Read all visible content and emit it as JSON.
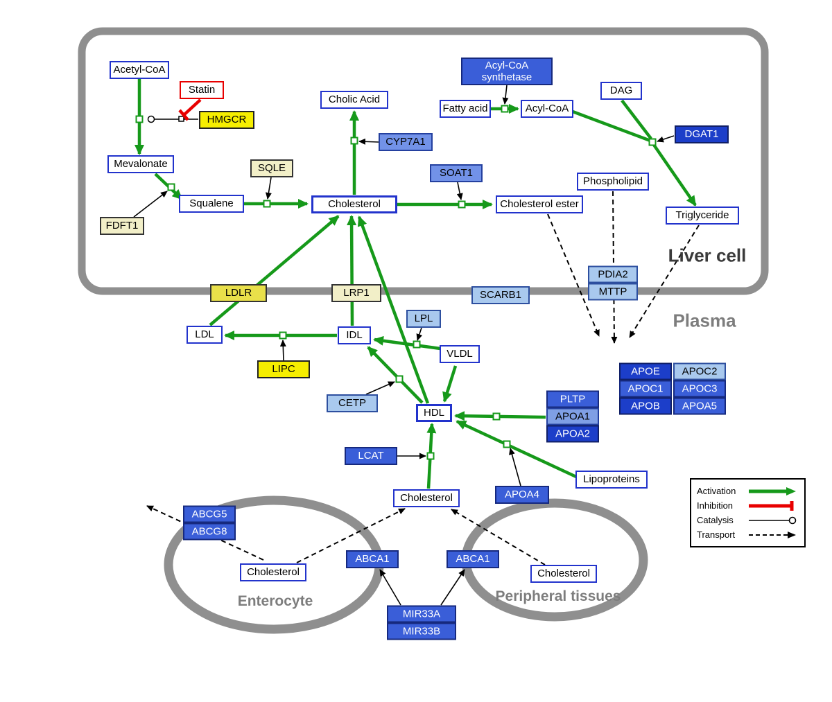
{
  "palette": {
    "activation_green": "#16991a",
    "inhibition_red": "#e80000",
    "membrane_gray": "#8f8f8f",
    "metabolite_border_blue": "#2233cc",
    "enzyme_yellow": "#f6ee00",
    "enzyme_pale_yellow": "#f2efc8",
    "gene_blue": "#3a5ed8",
    "gene_dark_blue": "#1c3ec9",
    "gene_mid_blue": "#7292e8",
    "gene_light_blue": "#a9c9ee"
  },
  "compartments": {
    "liver": {
      "label": "Liver cell"
    },
    "plasma": {
      "label": "Plasma"
    },
    "enterocyte": {
      "label": "Enterocyte"
    },
    "peripheral": {
      "label": "Peripheral tissues"
    }
  },
  "nodes": {
    "acetyl_coa": {
      "label": "Acetyl-CoA"
    },
    "statin": {
      "label": "Statin"
    },
    "hmgcr": {
      "label": "HMGCR"
    },
    "mevalonate": {
      "label": "Mevalonate"
    },
    "fdft1": {
      "label": "FDFT1"
    },
    "squalene": {
      "label": "Squalene"
    },
    "sqle": {
      "label": "SQLE"
    },
    "cholesterol_liver": {
      "label": "Cholesterol"
    },
    "cholic_acid": {
      "label": "Cholic Acid"
    },
    "cyp7a1": {
      "label": "CYP7A1"
    },
    "soat1": {
      "label": "SOAT1"
    },
    "cholesterol_ester": {
      "label": "Cholesterol ester"
    },
    "fatty_acid": {
      "label": "Fatty acid"
    },
    "acyl_coa": {
      "label": "Acyl-CoA"
    },
    "acyl_coa_synthetase": {
      "label": "Acyl-CoA synthetase"
    },
    "dag": {
      "label": "DAG"
    },
    "dgat1": {
      "label": "DGAT1"
    },
    "phospholipid": {
      "label": "Phospholipid"
    },
    "triglyceride": {
      "label": "Triglyceride"
    },
    "pdia2": {
      "label": "PDIA2"
    },
    "mttp": {
      "label": "MTTP"
    },
    "scarb1": {
      "label": "SCARB1"
    },
    "ldlr": {
      "label": "LDLR"
    },
    "lrp1": {
      "label": "LRP1"
    },
    "ldl": {
      "label": "LDL"
    },
    "idl": {
      "label": "IDL"
    },
    "lipc": {
      "label": "LIPC"
    },
    "lpl": {
      "label": "LPL"
    },
    "vldl": {
      "label": "VLDL"
    },
    "cetp": {
      "label": "CETP"
    },
    "hdl": {
      "label": "HDL"
    },
    "pltp": {
      "label": "PLTP"
    },
    "apoa1": {
      "label": "APOA1"
    },
    "apoa2": {
      "label": "APOA2"
    },
    "lcat": {
      "label": "LCAT"
    },
    "apoa4": {
      "label": "APOA4"
    },
    "lipoproteins": {
      "label": "Lipoproteins"
    },
    "apoe": {
      "label": "APOE"
    },
    "apoc2": {
      "label": "APOC2"
    },
    "apoc1": {
      "label": "APOC1"
    },
    "apoc3": {
      "label": "APOC3"
    },
    "apob": {
      "label": "APOB"
    },
    "apoa5": {
      "label": "APOA5"
    },
    "cholesterol_plasma": {
      "label": "Cholesterol"
    },
    "abcg5": {
      "label": "ABCG5"
    },
    "abcg8": {
      "label": "ABCG8"
    },
    "cholesterol_enterocyte": {
      "label": "Cholesterol"
    },
    "abca1_enterocyte": {
      "label": "ABCA1"
    },
    "abca1_peripheral": {
      "label": "ABCA1"
    },
    "cholesterol_peripheral": {
      "label": "Cholesterol"
    },
    "mir33a": {
      "label": "MIR33A"
    },
    "mir33b": {
      "label": "MIR33B"
    }
  },
  "legend": {
    "activation": "Activation",
    "inhibition": "Inhibition",
    "catalysis": "Catalysis",
    "transport": "Transport"
  }
}
